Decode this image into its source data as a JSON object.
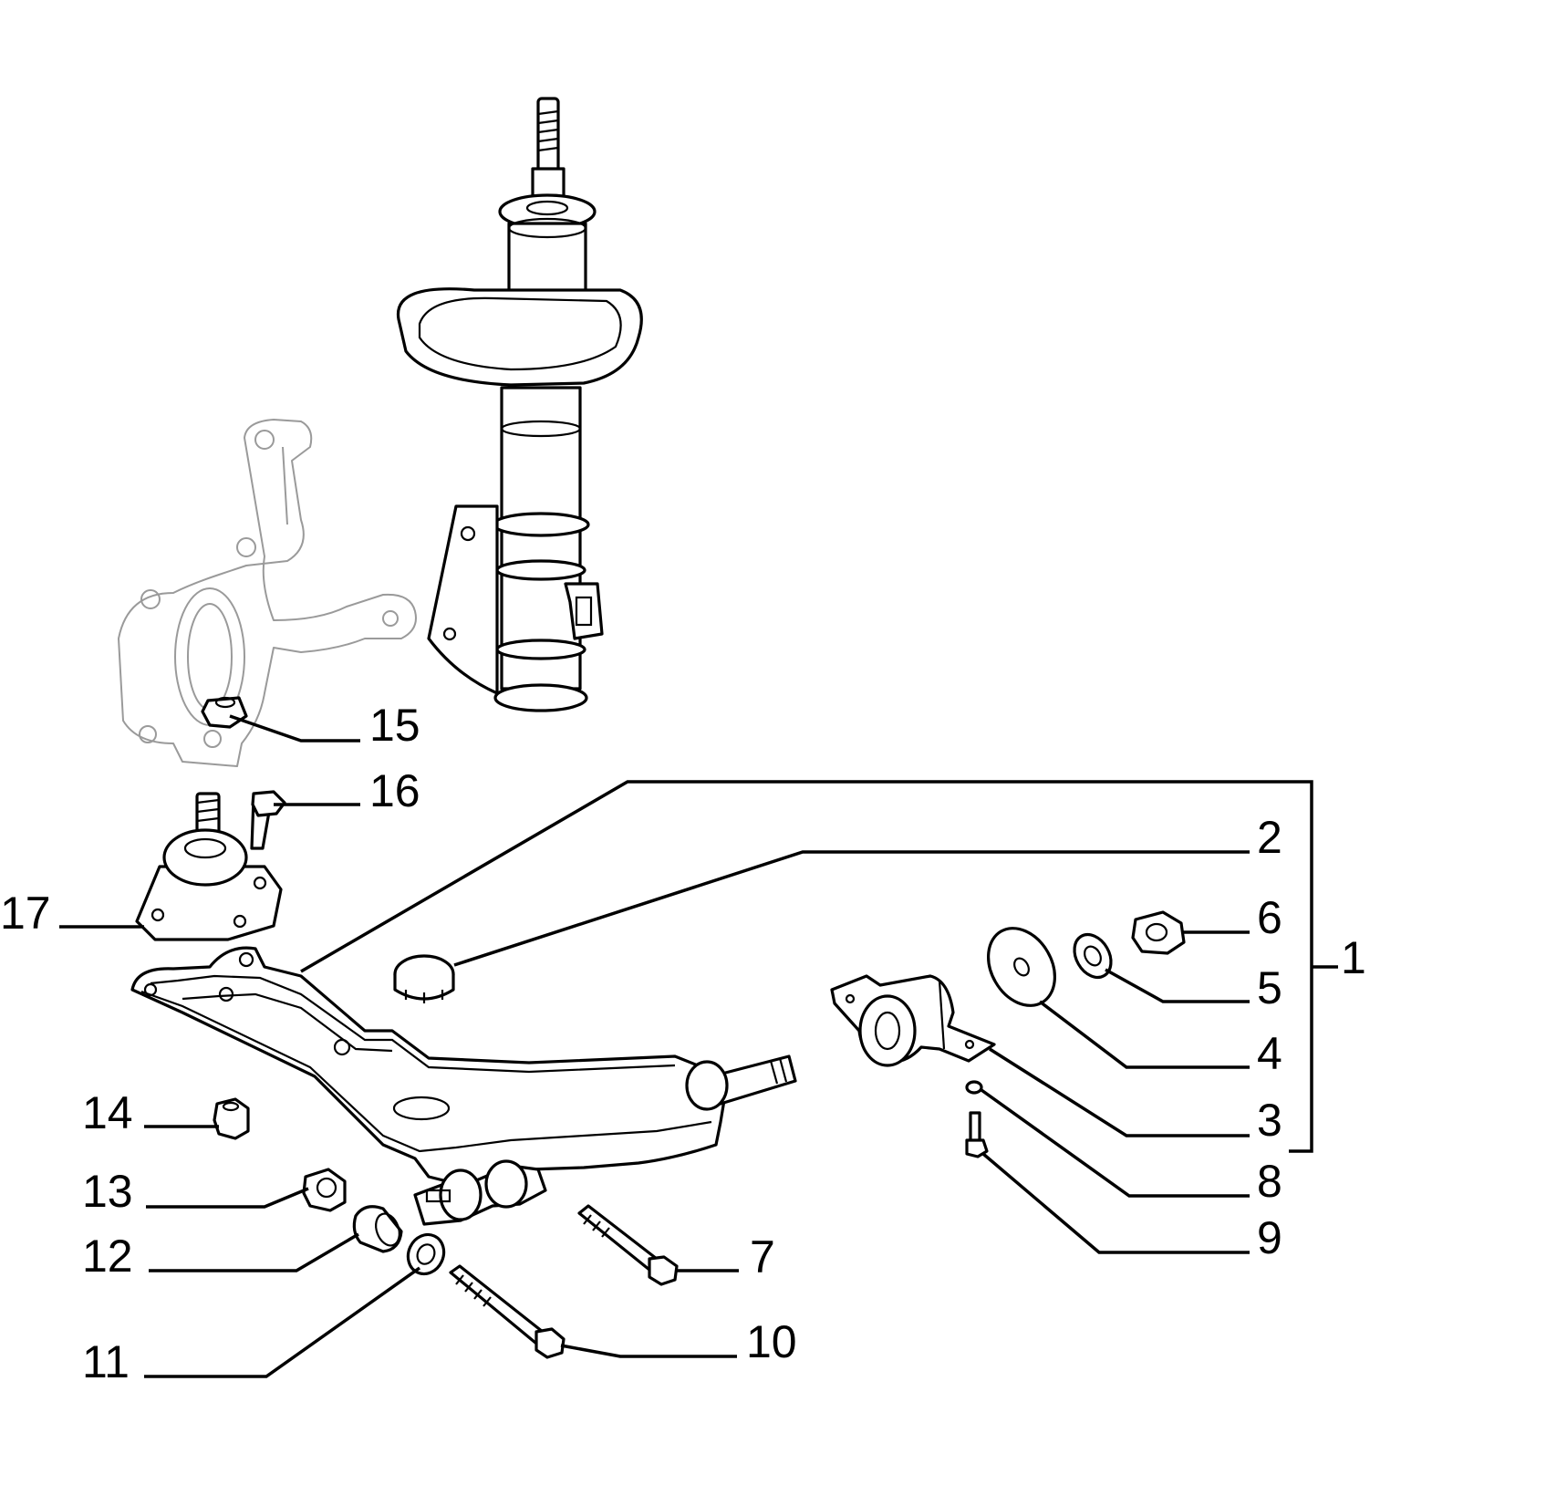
{
  "diagram": {
    "callouts": [
      {
        "id": "c1",
        "text": "1"
      },
      {
        "id": "c2",
        "text": "2"
      },
      {
        "id": "c3",
        "text": "3"
      },
      {
        "id": "c4",
        "text": "4"
      },
      {
        "id": "c5",
        "text": "5"
      },
      {
        "id": "c6",
        "text": "6"
      },
      {
        "id": "c7",
        "text": "7"
      },
      {
        "id": "c8",
        "text": "8"
      },
      {
        "id": "c9",
        "text": "9"
      },
      {
        "id": "c10",
        "text": "10"
      },
      {
        "id": "c11",
        "text": "11"
      },
      {
        "id": "c12",
        "text": "12"
      },
      {
        "id": "c13",
        "text": "13"
      },
      {
        "id": "c14",
        "text": "14"
      },
      {
        "id": "c15",
        "text": "15"
      },
      {
        "id": "c16",
        "text": "16"
      },
      {
        "id": "c17",
        "text": "17"
      }
    ],
    "colors": {
      "ink": "#000000",
      "ghost": "#9a9a9a",
      "background": "#ffffff"
    }
  }
}
